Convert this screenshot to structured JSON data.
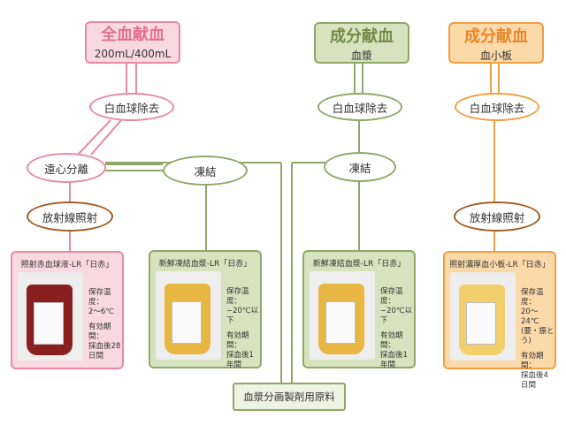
{
  "colors": {
    "pink": "#e98aa3",
    "pink_fill": "#f9d9e1",
    "green": "#8fa868",
    "green_fill": "#d7e3bf",
    "orange": "#ef9f45",
    "orange_fill": "#fcd9a8"
  },
  "sources": {
    "whole_blood": {
      "title": "全血献血",
      "subtitle": "200mL/400mL"
    },
    "plasma": {
      "title": "成分献血",
      "subtitle": "血漿"
    },
    "platelet": {
      "title": "成分献血",
      "subtitle": "血小板"
    }
  },
  "processes": {
    "leuko_removal": "白血球除去",
    "centrifuge": "遠心分離",
    "freeze": "凍結",
    "irradiation": "放射線照射"
  },
  "products": {
    "rbc": {
      "name": "照射赤血球液-LR「日赤」",
      "storage_label": "保存温度：",
      "storage_value": "2～6℃",
      "expiry_label": "有効期間：",
      "expiry_value": "採血後28日間"
    },
    "ffp_whole": {
      "name": "新鮮凍結血漿-LR「日赤」",
      "storage_label": "保存温度：",
      "storage_value": "−20℃以下",
      "expiry_label": "有効期間：",
      "expiry_value": "採血後1年間"
    },
    "ffp_apheresis": {
      "name": "新鮮凍結血漿-LR「日赤」",
      "storage_label": "保存温度：",
      "storage_value": "−20℃以下",
      "expiry_label": "有効期間：",
      "expiry_value": "採血後1年間"
    },
    "platelet": {
      "name": "照射濃厚血小板-LR「日赤」",
      "storage_label": "保存温度：",
      "storage_value": "20～24℃",
      "storage_note": "(要・振とう)",
      "expiry_label": "有効期間：",
      "expiry_value": "採血後4日間"
    }
  },
  "raw_material": "血漿分画製剤用原料"
}
